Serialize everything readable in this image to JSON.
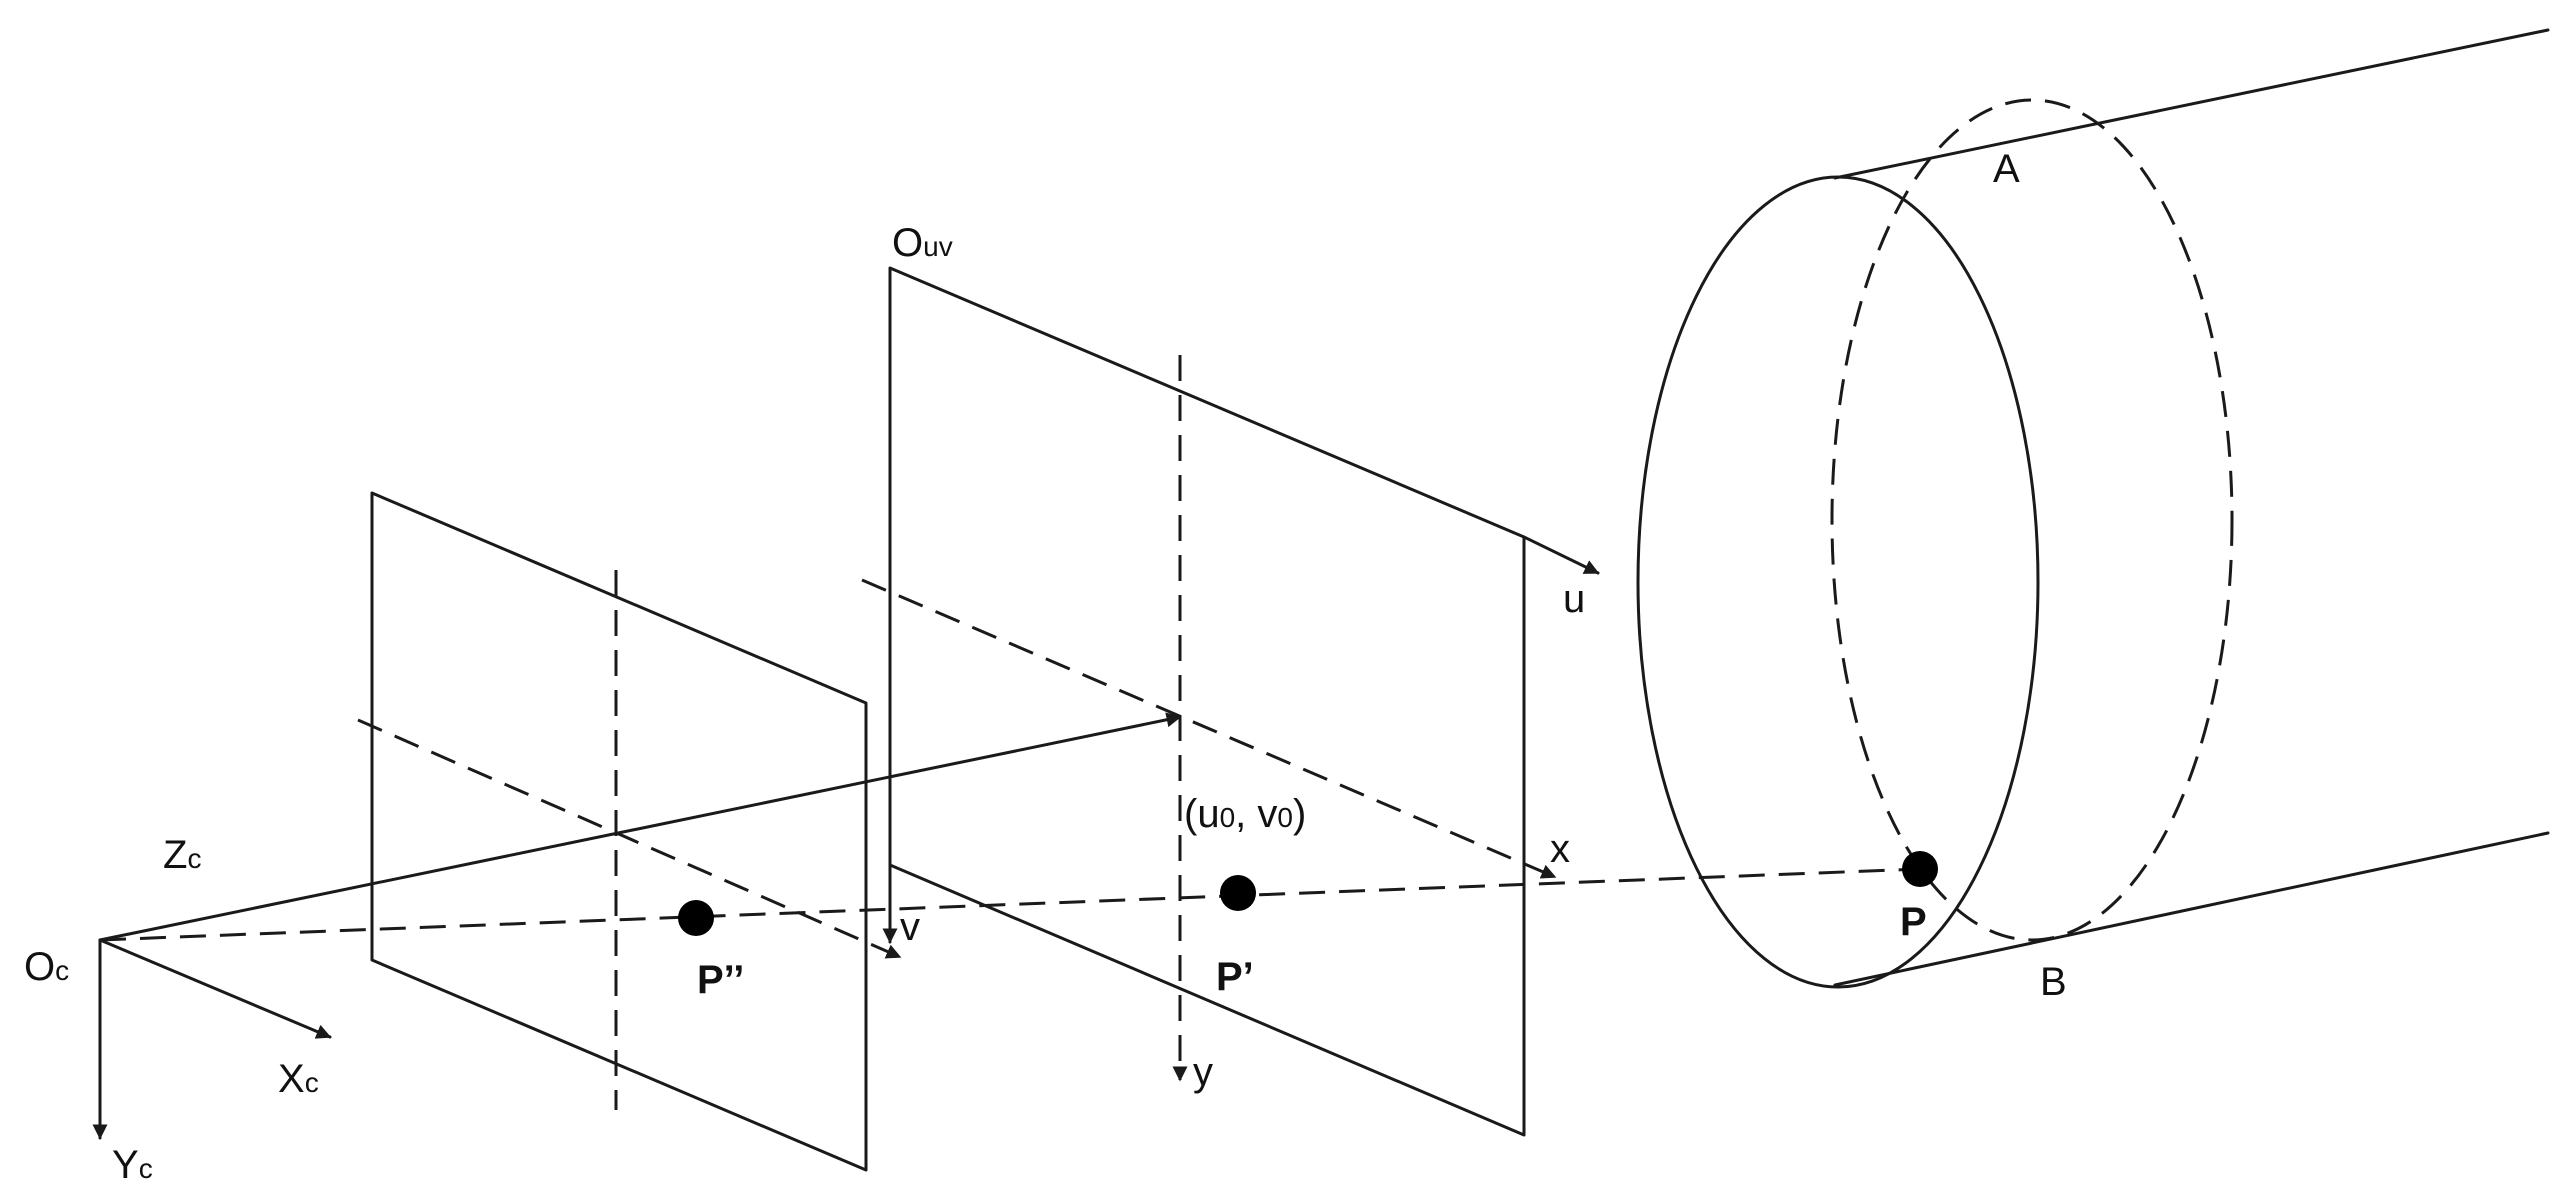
{
  "labels": {
    "oc": {
      "main": "O",
      "sub": "c"
    },
    "zc": {
      "main": "Z",
      "sub": "c"
    },
    "xc": {
      "main": "X",
      "sub": "c"
    },
    "yc": {
      "main": "Y",
      "sub": "c"
    },
    "ouv": {
      "main": "O",
      "sub": "uv"
    },
    "u": "u",
    "v": "v",
    "x": "x",
    "y": "y",
    "principal_point": {
      "open": "(u",
      "sub1": "0",
      "mid": ", v",
      "sub2": "0",
      "close": ")"
    },
    "p_double_prime": "P’’",
    "p_prime": "P’",
    "p": "P",
    "a": "A",
    "b": "B"
  }
}
